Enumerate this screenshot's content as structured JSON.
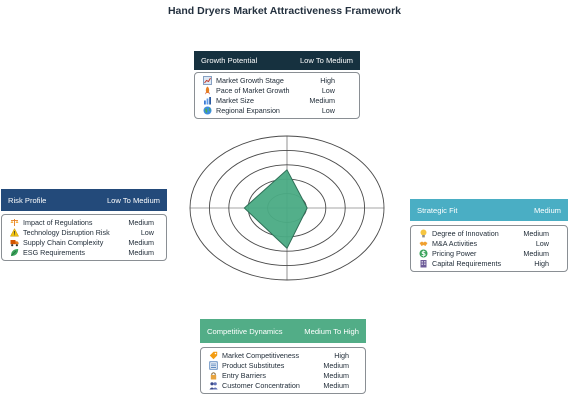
{
  "title": "Hand Dryers Market Attractiveness Framework",
  "colors": {
    "radar_fill": "#4aab84",
    "radar_stroke": "#2f6f57",
    "growth_header": "#16313f",
    "strategic_header": "#4aaec4",
    "competitive_header": "#52ad87",
    "risk_header": "#234a7a"
  },
  "radar": {
    "rings": 5,
    "scale_max": 5,
    "levels": {
      "High": 5,
      "Medium To High": 4,
      "Medium": 3,
      "Low To Medium": 2,
      "Low": 1
    },
    "axes": [
      "Growth Potential",
      "Strategic Fit",
      "Competitive Dynamics",
      "Risk Profile"
    ],
    "values": [
      2.65,
      1.04,
      2.8,
      2.2
    ]
  },
  "cards": {
    "growth": {
      "name": "Growth Potential",
      "rating": "Low To Medium",
      "items": [
        {
          "icon": "chart-icon",
          "label": "Market Growth Stage",
          "value": "High"
        },
        {
          "icon": "rocket-icon",
          "label": "Pace of Market Growth",
          "value": "Low"
        },
        {
          "icon": "bar-chart-icon",
          "label": "Market Size",
          "value": "Medium"
        },
        {
          "icon": "globe-icon",
          "label": "Regional Expansion",
          "value": "Low"
        }
      ]
    },
    "strategic": {
      "name": "Strategic Fit",
      "rating": "Medium",
      "items": [
        {
          "icon": "lightbulb-icon",
          "label": "Degree of Innovation",
          "value": "Medium"
        },
        {
          "icon": "handshake-icon",
          "label": "M&A Activities",
          "value": "Low"
        },
        {
          "icon": "dollar-icon",
          "label": "Pricing Power",
          "value": "Medium"
        },
        {
          "icon": "building-icon",
          "label": "Capital Requirements",
          "value": "High"
        }
      ]
    },
    "competitive": {
      "name": "Competitive Dynamics",
      "rating": "Medium To High",
      "items": [
        {
          "icon": "tag-icon",
          "label": "Market Competitiveness",
          "value": "High"
        },
        {
          "icon": "list-icon",
          "label": "Product Substitutes",
          "value": "Medium"
        },
        {
          "icon": "lock-icon",
          "label": "Entry Barriers",
          "value": "Medium"
        },
        {
          "icon": "users-icon",
          "label": "Customer Concentration",
          "value": "Medium"
        }
      ]
    },
    "risk": {
      "name": "Risk Profile",
      "rating": "Low To Medium",
      "items": [
        {
          "icon": "scale-icon",
          "label": "Impact of Regulations",
          "value": "Medium"
        },
        {
          "icon": "warning-icon",
          "label": "Technology Disruption  Risk",
          "value": "Low"
        },
        {
          "icon": "truck-icon",
          "label": "Supply Chain Complexity",
          "value": "Medium"
        },
        {
          "icon": "leaf-icon",
          "label": "ESG Requirements",
          "value": "Medium"
        }
      ]
    }
  }
}
